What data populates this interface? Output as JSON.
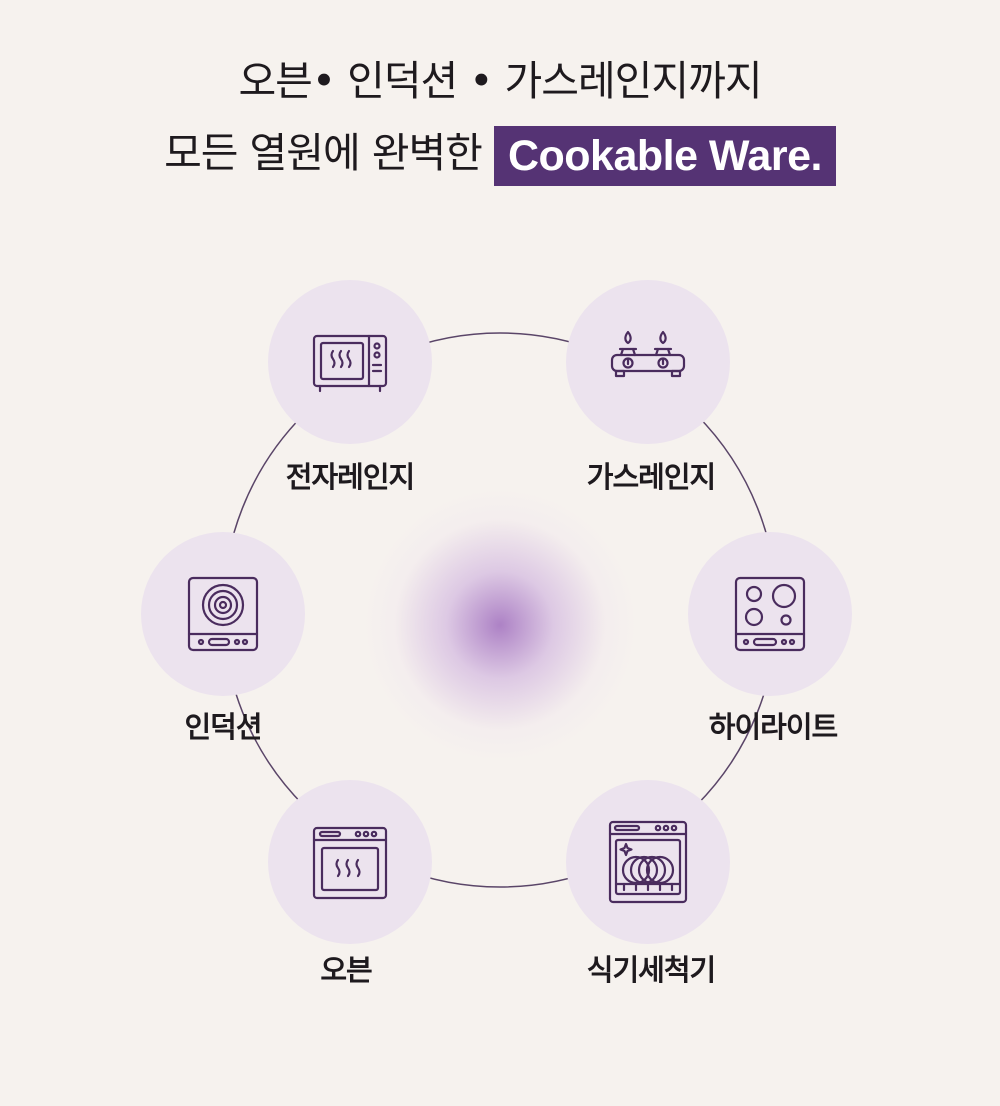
{
  "headline": {
    "line1": "오븐• 인덕션 • 가스레인지까지",
    "line2_prefix": "모든 열원에 완벽한",
    "line2_highlight": "Cookable Ware."
  },
  "appliances": [
    {
      "label": "전자레인지",
      "icon": "microwave-icon"
    },
    {
      "label": "가스레인지",
      "icon": "gas-stove-icon"
    },
    {
      "label": "인덕션",
      "icon": "induction-icon"
    },
    {
      "label": "하이라이트",
      "icon": "hob-icon"
    },
    {
      "label": "오븐",
      "icon": "oven-icon"
    },
    {
      "label": "식기세척기",
      "icon": "dishwasher-icon"
    }
  ],
  "colors": {
    "background": "#f6f2ee",
    "accent": "#553374",
    "circle": "#ece3ee",
    "icon_stroke": "#4a2c5e"
  }
}
